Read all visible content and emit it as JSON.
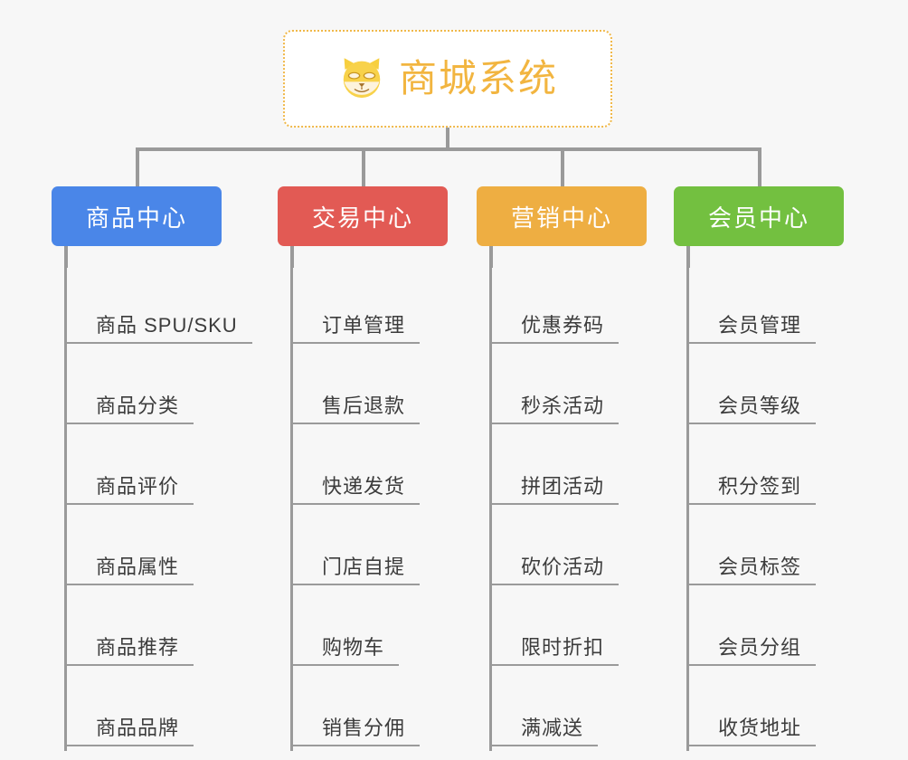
{
  "diagram": {
    "type": "org-chart",
    "background_color": "#f7f7f7",
    "root": {
      "title": "商城系统",
      "icon": "shiba-dog-icon",
      "border_color": "#f0b849",
      "text_color": "#f2b540",
      "background_color": "#ffffff"
    },
    "connector_color": "#9a9a9a",
    "columns": [
      {
        "id": "product-center",
        "header": "商品中心",
        "color": "#4a86e8",
        "items": [
          "商品 SPU/SKU",
          "商品分类",
          "商品评价",
          "商品属性",
          "商品推荐",
          "商品品牌"
        ]
      },
      {
        "id": "trade-center",
        "header": "交易中心",
        "color": "#e25a54",
        "items": [
          "订单管理",
          "售后退款",
          "快递发货",
          "门店自提",
          "购物车",
          "销售分佣"
        ]
      },
      {
        "id": "marketing-center",
        "header": "营销中心",
        "color": "#eeae42",
        "items": [
          "优惠券码",
          "秒杀活动",
          "拼团活动",
          "砍价活动",
          "限时折扣",
          "满减送"
        ]
      },
      {
        "id": "member-center",
        "header": "会员中心",
        "color": "#73c040",
        "items": [
          "会员管理",
          "会员等级",
          "积分签到",
          "会员标签",
          "会员分组",
          "收货地址"
        ]
      }
    ]
  }
}
